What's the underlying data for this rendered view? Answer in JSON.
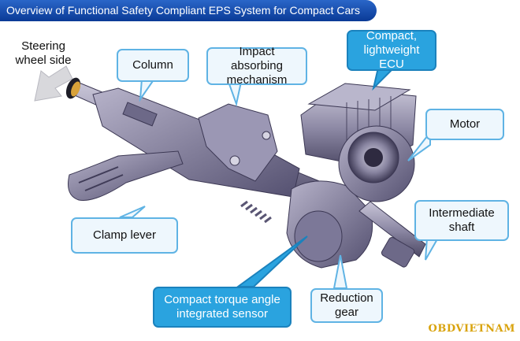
{
  "title": "Overview of Functional Safety Compliant EPS System for Compact Cars",
  "labels": {
    "steering_wheel_side": "Steering wheel side",
    "column": "Column",
    "impact_absorbing": "Impact absorbing mechanism",
    "compact_ecu": "Compact, lightweight ECU",
    "motor": "Motor",
    "intermediate_shaft": "Intermediate shaft",
    "clamp_lever": "Clamp lever",
    "torque_sensor": "Compact torque angle integrated sensor",
    "reduction_gear": "Reduction gear"
  },
  "watermark": "OBDVIETNAM",
  "colors": {
    "title_bg": "#0a3a96",
    "callout_light_fill": "#eef7fd",
    "callout_light_border": "#5fb3e4",
    "callout_dark_fill": "#2aa3df",
    "watermark": "#d9a30d"
  }
}
